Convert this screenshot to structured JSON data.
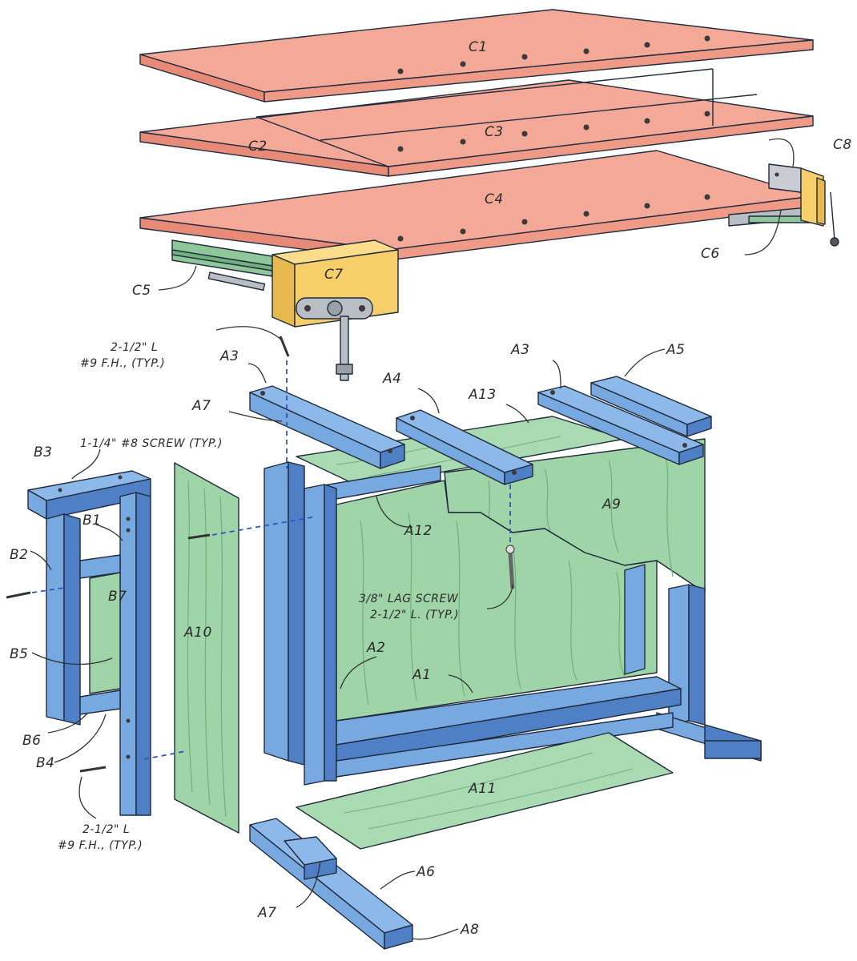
{
  "parts": {
    "c1": "C1",
    "c2": "C2",
    "c3": "C3",
    "c4": "C4",
    "c5": "C5",
    "c6": "C6",
    "c7": "C7",
    "c8": "C8",
    "a1": "A1",
    "a2": "A2",
    "a3_left": "A3",
    "a3_right": "A3",
    "a4": "A4",
    "a5": "A5",
    "a6": "A6",
    "a7_top": "A7",
    "a7_bottom": "A7",
    "a8": "A8",
    "a9": "A9",
    "a10": "A10",
    "a11": "A11",
    "a12": "A12",
    "a13": "A13",
    "b1": "B1",
    "b2": "B2",
    "b3": "B3",
    "b4": "B4",
    "b5": "B5",
    "b6": "B6",
    "b7": "B7"
  },
  "notes": {
    "screw_top_line1": "2-1/2\" L",
    "screw_top_line2": "#9 F.H., (TYP.)",
    "screw_mid": "1-1/4\" #8 SCREW (TYP.)",
    "lag_line1": "3/8\" LAG SCREW",
    "lag_line2": "2-1/2\" L. (TYP.)",
    "screw_bottom_line1": "2-1/2\" L",
    "screw_bottom_line2": "#9 F.H., (TYP.)"
  },
  "colors": {
    "top_panel": "#f4a898",
    "top_panel_edge": "#e88a78",
    "frame_blue": "#78a8e0",
    "frame_blue_dark": "#4f7fc4",
    "panel_green": "#9fd4a8",
    "panel_green_dark": "#6fb07c",
    "vise_wood": "#f6cf6a",
    "hardware": "#b9bdc4"
  }
}
